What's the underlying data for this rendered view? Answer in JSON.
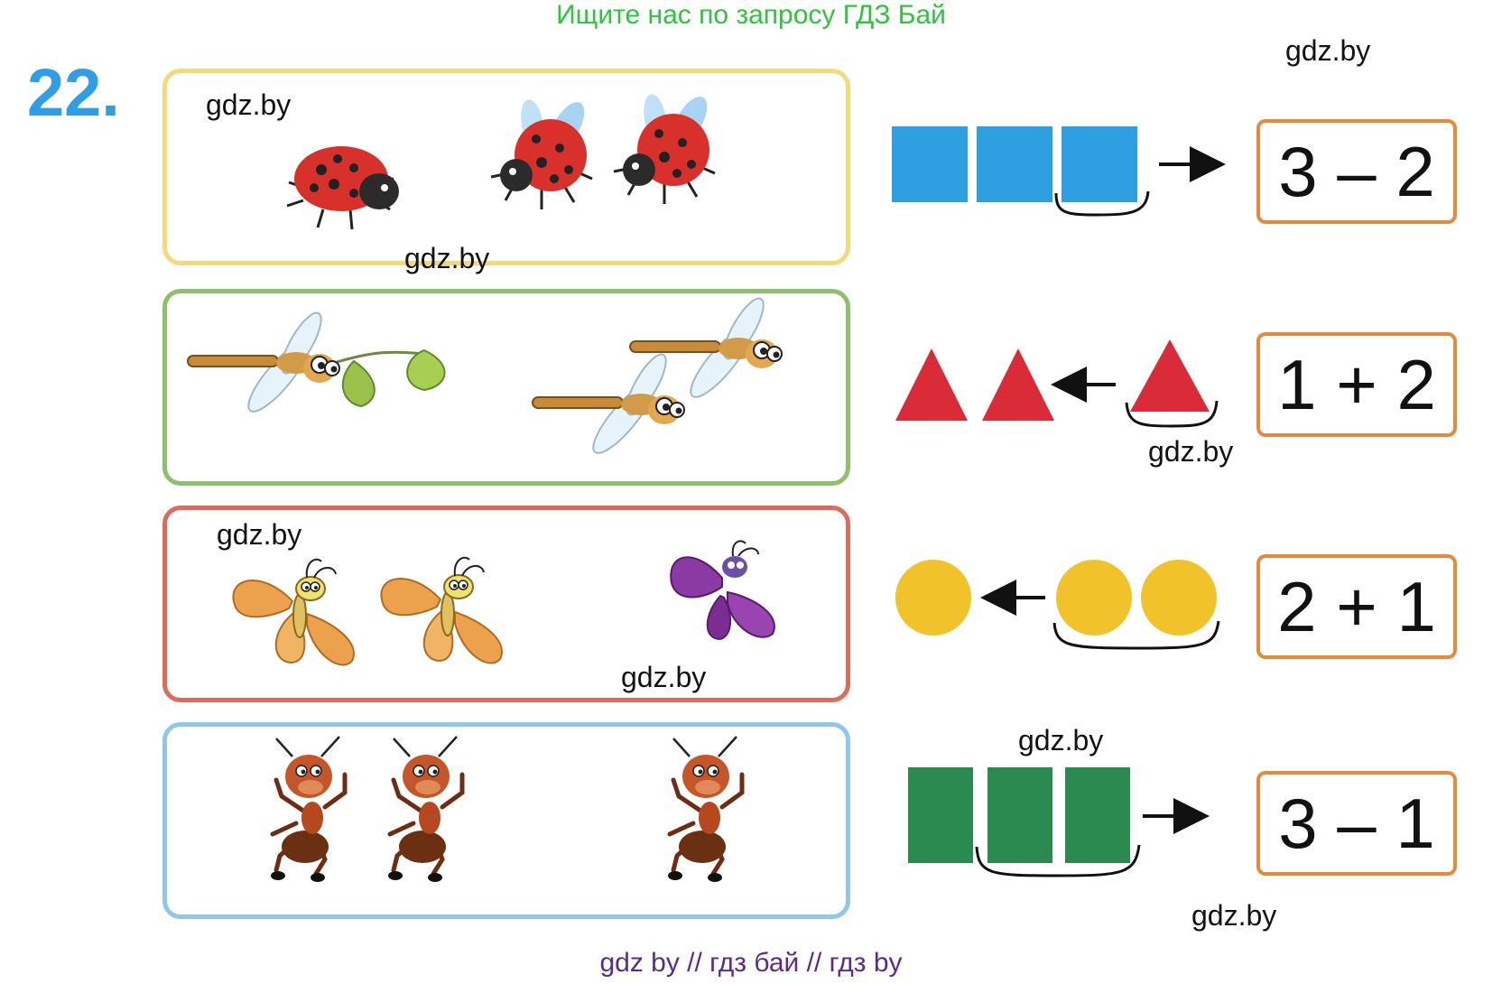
{
  "header": {
    "text": "Ищите нас по запросу ГДЗ Бай"
  },
  "exercise": {
    "number": "22."
  },
  "watermarks": [
    "gdz.by",
    "gdz.by",
    "gdz.by",
    "gdz.by",
    "gdz.by",
    "gdz.by",
    "gdz.by",
    "gdz.by"
  ],
  "equations": [
    "3 – 2",
    "1 + 2",
    "2 + 1",
    "3 – 1"
  ],
  "footer": {
    "text": "gdz by  //  гдз бай  //  гдз by"
  },
  "colors": {
    "panel1": "#f5d87a",
    "panel2": "#8cc06a",
    "panel3": "#e06a5a",
    "panel4": "#8fc6ea",
    "squares": "#2e9fe0",
    "triangles": "#d92b38",
    "circles": "#f2c22a",
    "rects": "#2b8a4f",
    "equation_border": "#e58a3a"
  }
}
